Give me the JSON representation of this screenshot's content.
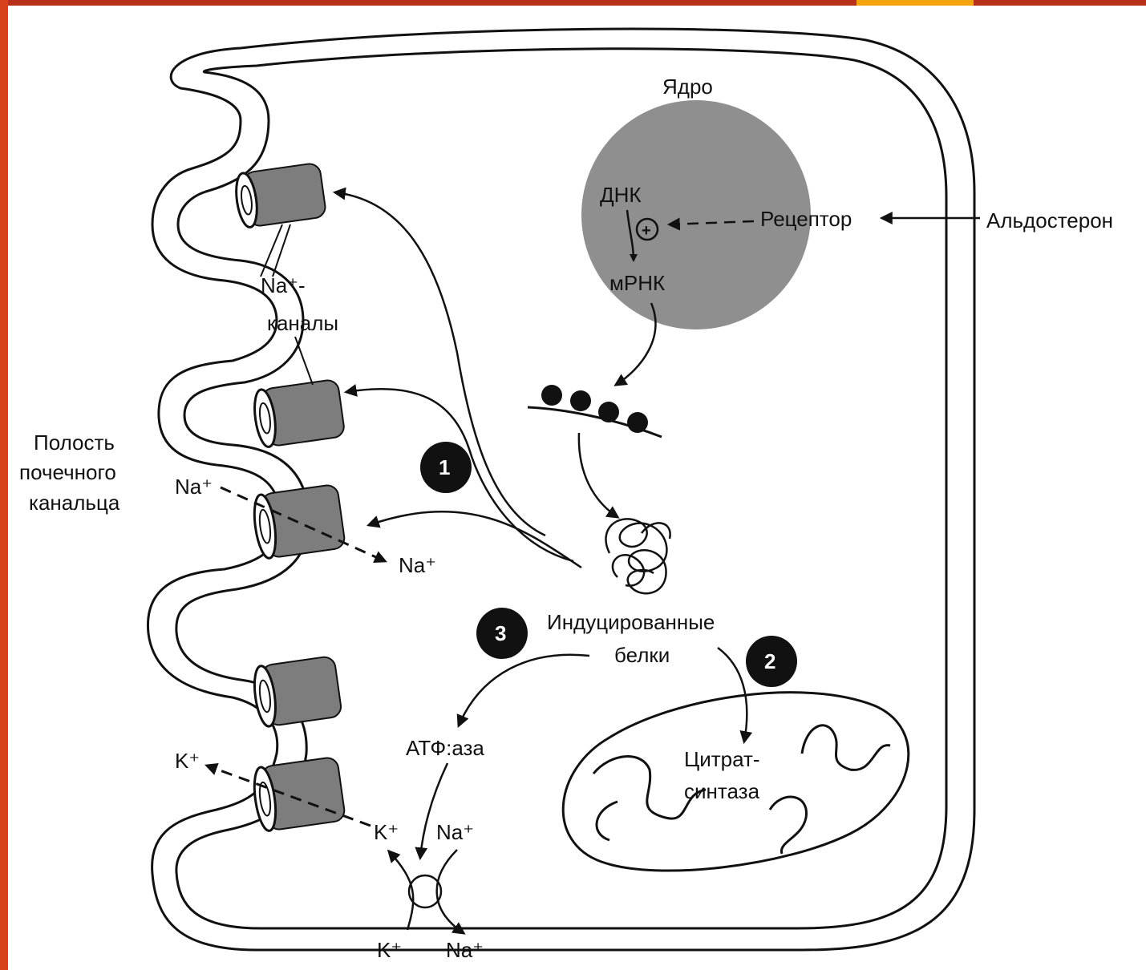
{
  "colors": {
    "frame_top": "#b9301a",
    "frame_accent": "#f6a40e",
    "frame_side": "#d9411d",
    "nucleus": "#8f8f8f",
    "channel": "#7d7d7d",
    "ink": "#111111"
  },
  "labels": {
    "nucleus": "Ядро",
    "dna": "ДНК",
    "mrna": "мРНК",
    "receptor": "Рецептор",
    "aldosterone": "Альдостерон",
    "na_channels_1": "Na⁺-",
    "na_channels_2": "каналы",
    "lumen_1": "Полость",
    "lumen_2": "почечного",
    "lumen_3": "канальца",
    "na_in": "Na⁺",
    "na_out": "Na⁺",
    "induced_1": "Индуцированные",
    "induced_2": "белки",
    "atpase": "АТФ:аза",
    "citrate_1": "Цитрат-",
    "citrate_2": "синтаза",
    "k_out": "K⁺",
    "k_pump": "K⁺",
    "na_pump": "Na⁺",
    "k_bottom": "K⁺",
    "na_bottom": "Na⁺",
    "step_1": "1",
    "step_2": "2",
    "step_3": "3"
  }
}
